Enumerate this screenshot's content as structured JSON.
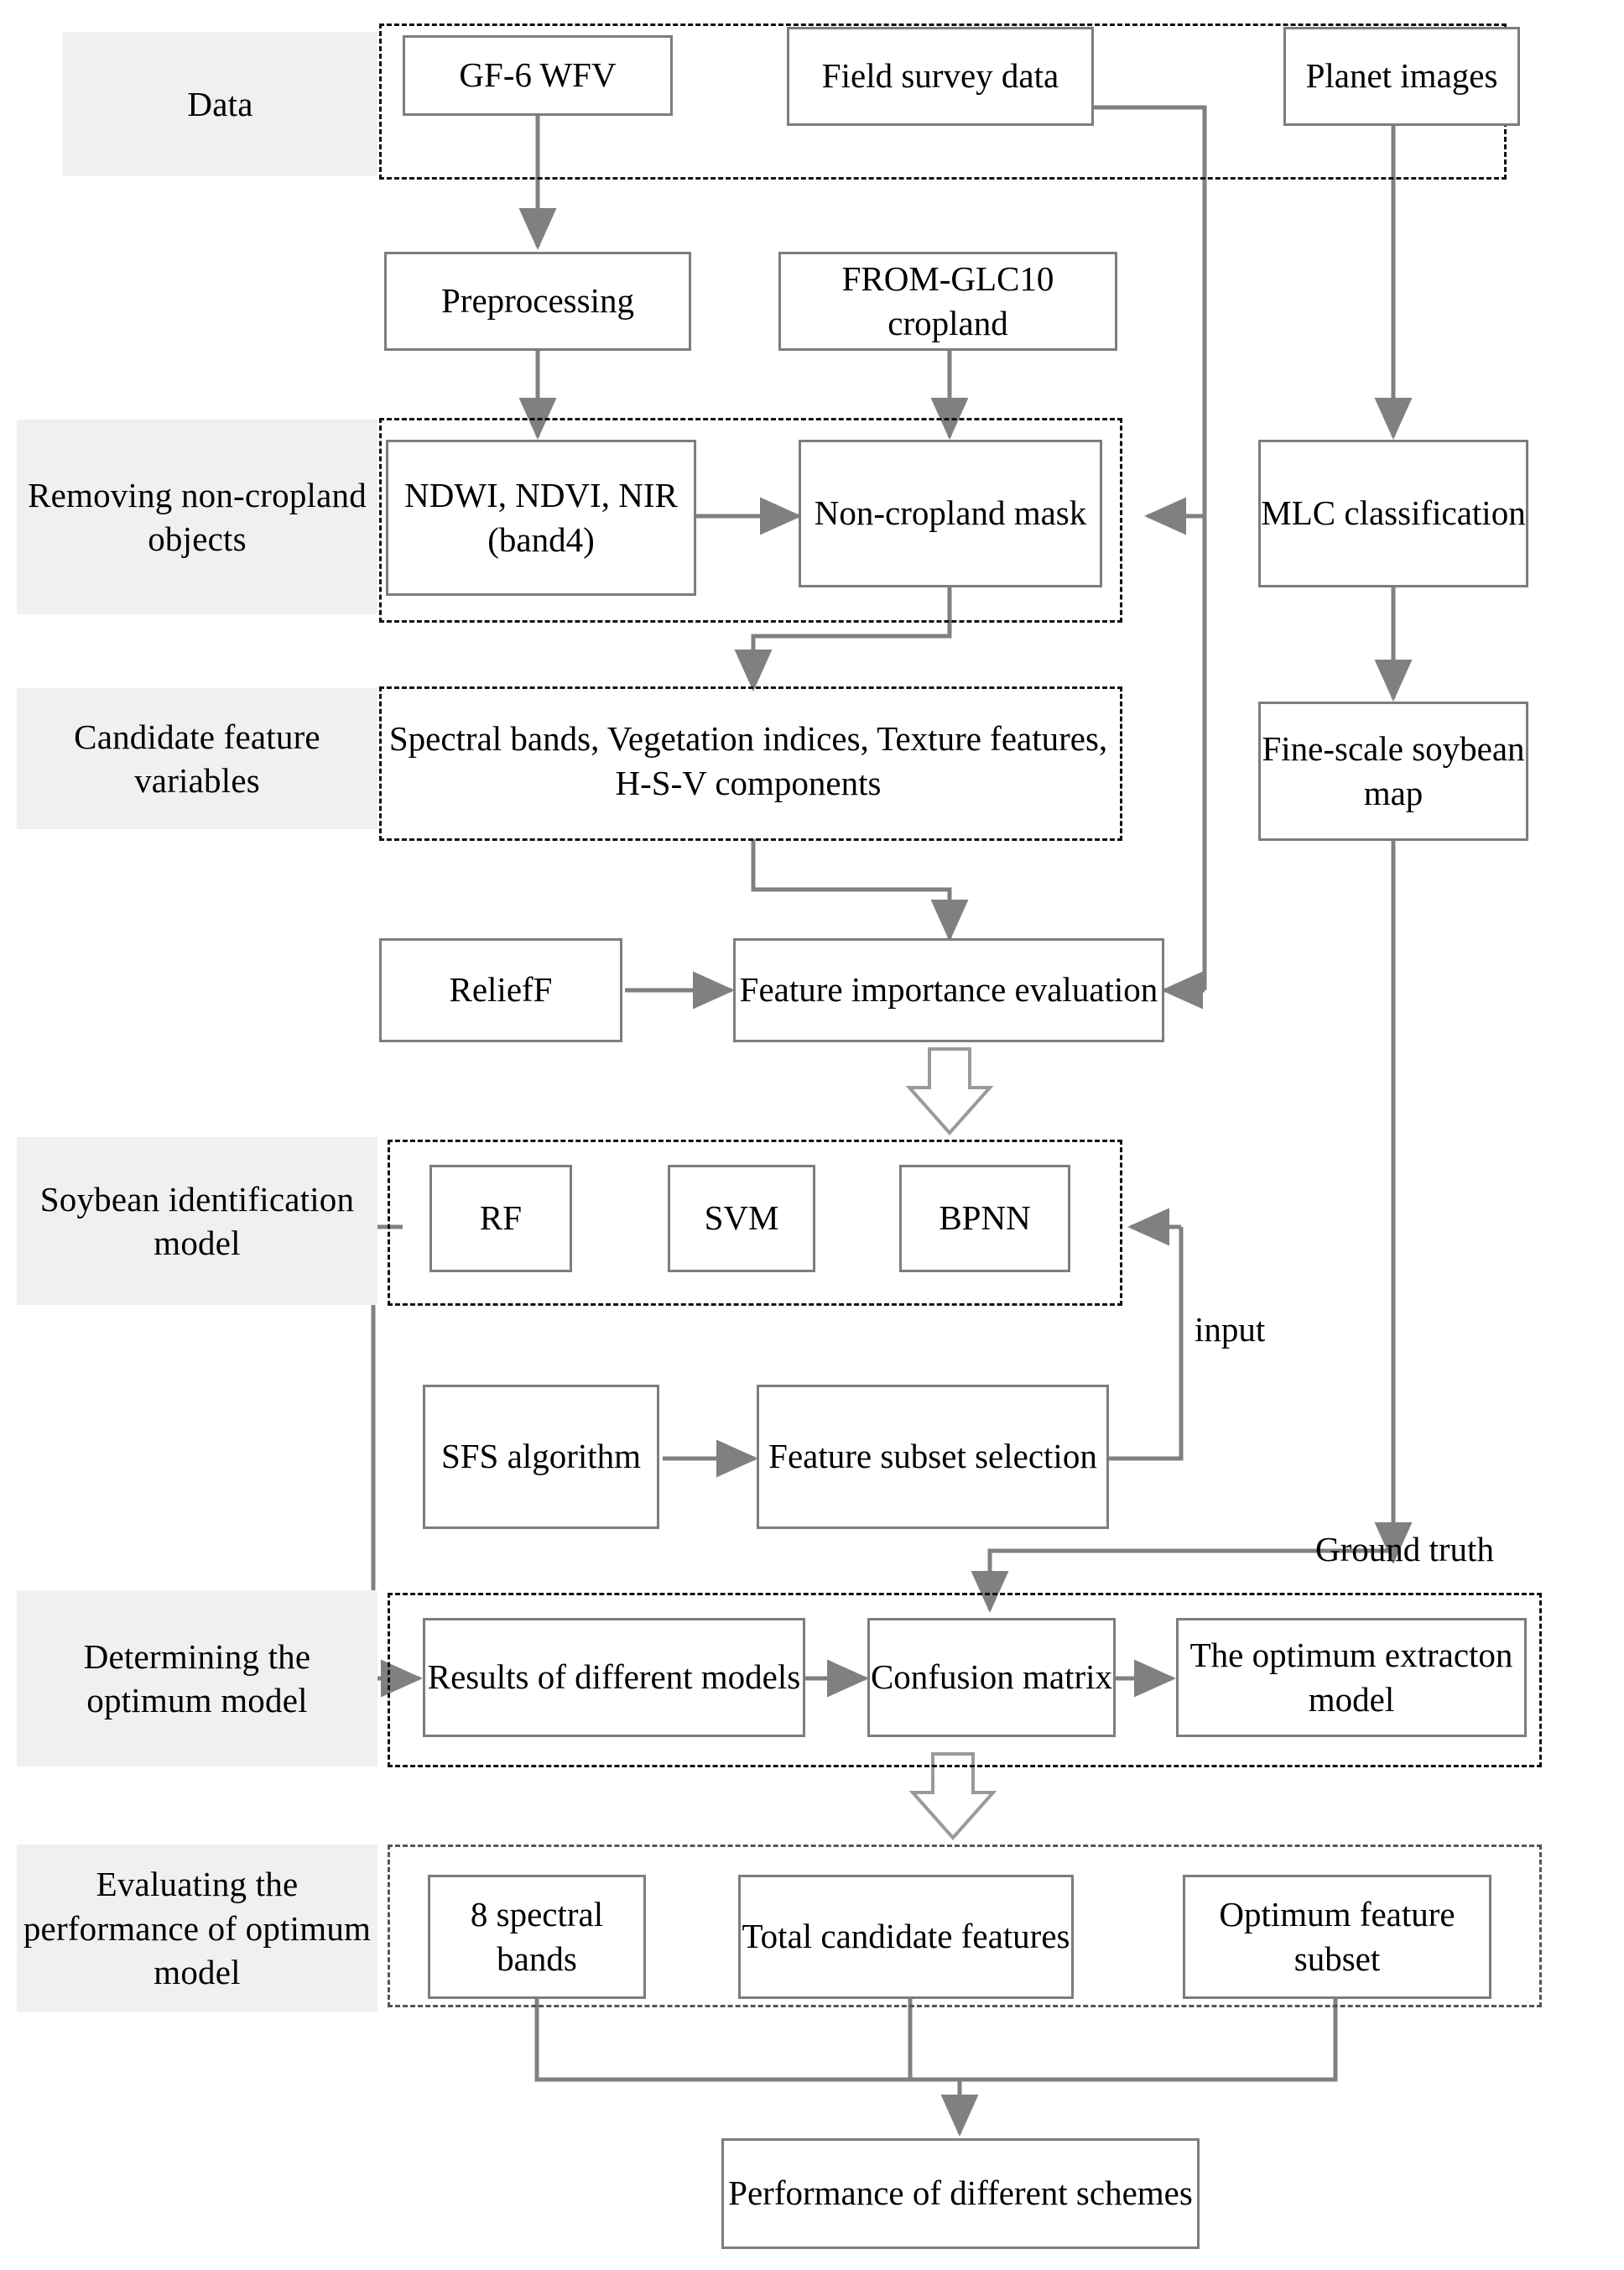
{
  "diagram": {
    "title": "Soybean mapping methodology flowchart",
    "stage_labels": [
      {
        "id": "data",
        "text": "Data"
      },
      {
        "id": "removing",
        "text": "Removing non-cropland objects"
      },
      {
        "id": "candidate",
        "text": "Candidate feature variables"
      },
      {
        "id": "soybean_model",
        "text": "Soybean identification model"
      },
      {
        "id": "determining",
        "text": "Determining the optimum model"
      },
      {
        "id": "evaluating",
        "text": "Evaluating the performance of optimum model"
      }
    ],
    "nodes": [
      {
        "id": "gf6",
        "text": "GF-6 WFV"
      },
      {
        "id": "field_survey",
        "text": "Field survey data"
      },
      {
        "id": "planet",
        "text": "Planet images"
      },
      {
        "id": "preprocessing",
        "text": "Preprocessing"
      },
      {
        "id": "fromglc",
        "text": "FROM-GLC10 cropland"
      },
      {
        "id": "indices",
        "text": "NDWI, NDVI, NIR (band4)"
      },
      {
        "id": "noncrop_mask",
        "text": "Non-cropland mask"
      },
      {
        "id": "mlc",
        "text": "MLC classification"
      },
      {
        "id": "candidate_vars",
        "text": "Spectral bands, Vegetation indices, Texture features, H-S-V components"
      },
      {
        "id": "fine_scale",
        "text": "Fine-scale soybean map"
      },
      {
        "id": "relieff",
        "text": "ReliefF"
      },
      {
        "id": "feat_importance",
        "text": "Feature importance evaluation"
      },
      {
        "id": "rf",
        "text": "RF"
      },
      {
        "id": "svm",
        "text": "SVM"
      },
      {
        "id": "bpnn",
        "text": "BPNN"
      },
      {
        "id": "sfs",
        "text": "SFS algorithm"
      },
      {
        "id": "subset_sel",
        "text": "Feature subset selection"
      },
      {
        "id": "results_models",
        "text": "Results of different models"
      },
      {
        "id": "confusion",
        "text": "Confusion matrix"
      },
      {
        "id": "optimum_model",
        "text": "The optimum extracton model"
      },
      {
        "id": "spectral8",
        "text": "8 spectral bands"
      },
      {
        "id": "total_cand",
        "text": "Total candidate features"
      },
      {
        "id": "opt_subset",
        "text": "Optimum feature subset"
      },
      {
        "id": "performance",
        "text": "Performance of different schemes"
      }
    ],
    "edge_labels": [
      {
        "id": "input",
        "text": "input"
      },
      {
        "id": "ground_truth",
        "text": "Ground truth"
      }
    ],
    "colors": {
      "stage_label_bg": "#f0f0f0",
      "node_border": "#7d7d7d",
      "connector": "#808080",
      "dashed_group": "#111111",
      "text": "#000000",
      "background": "#ffffff"
    }
  }
}
